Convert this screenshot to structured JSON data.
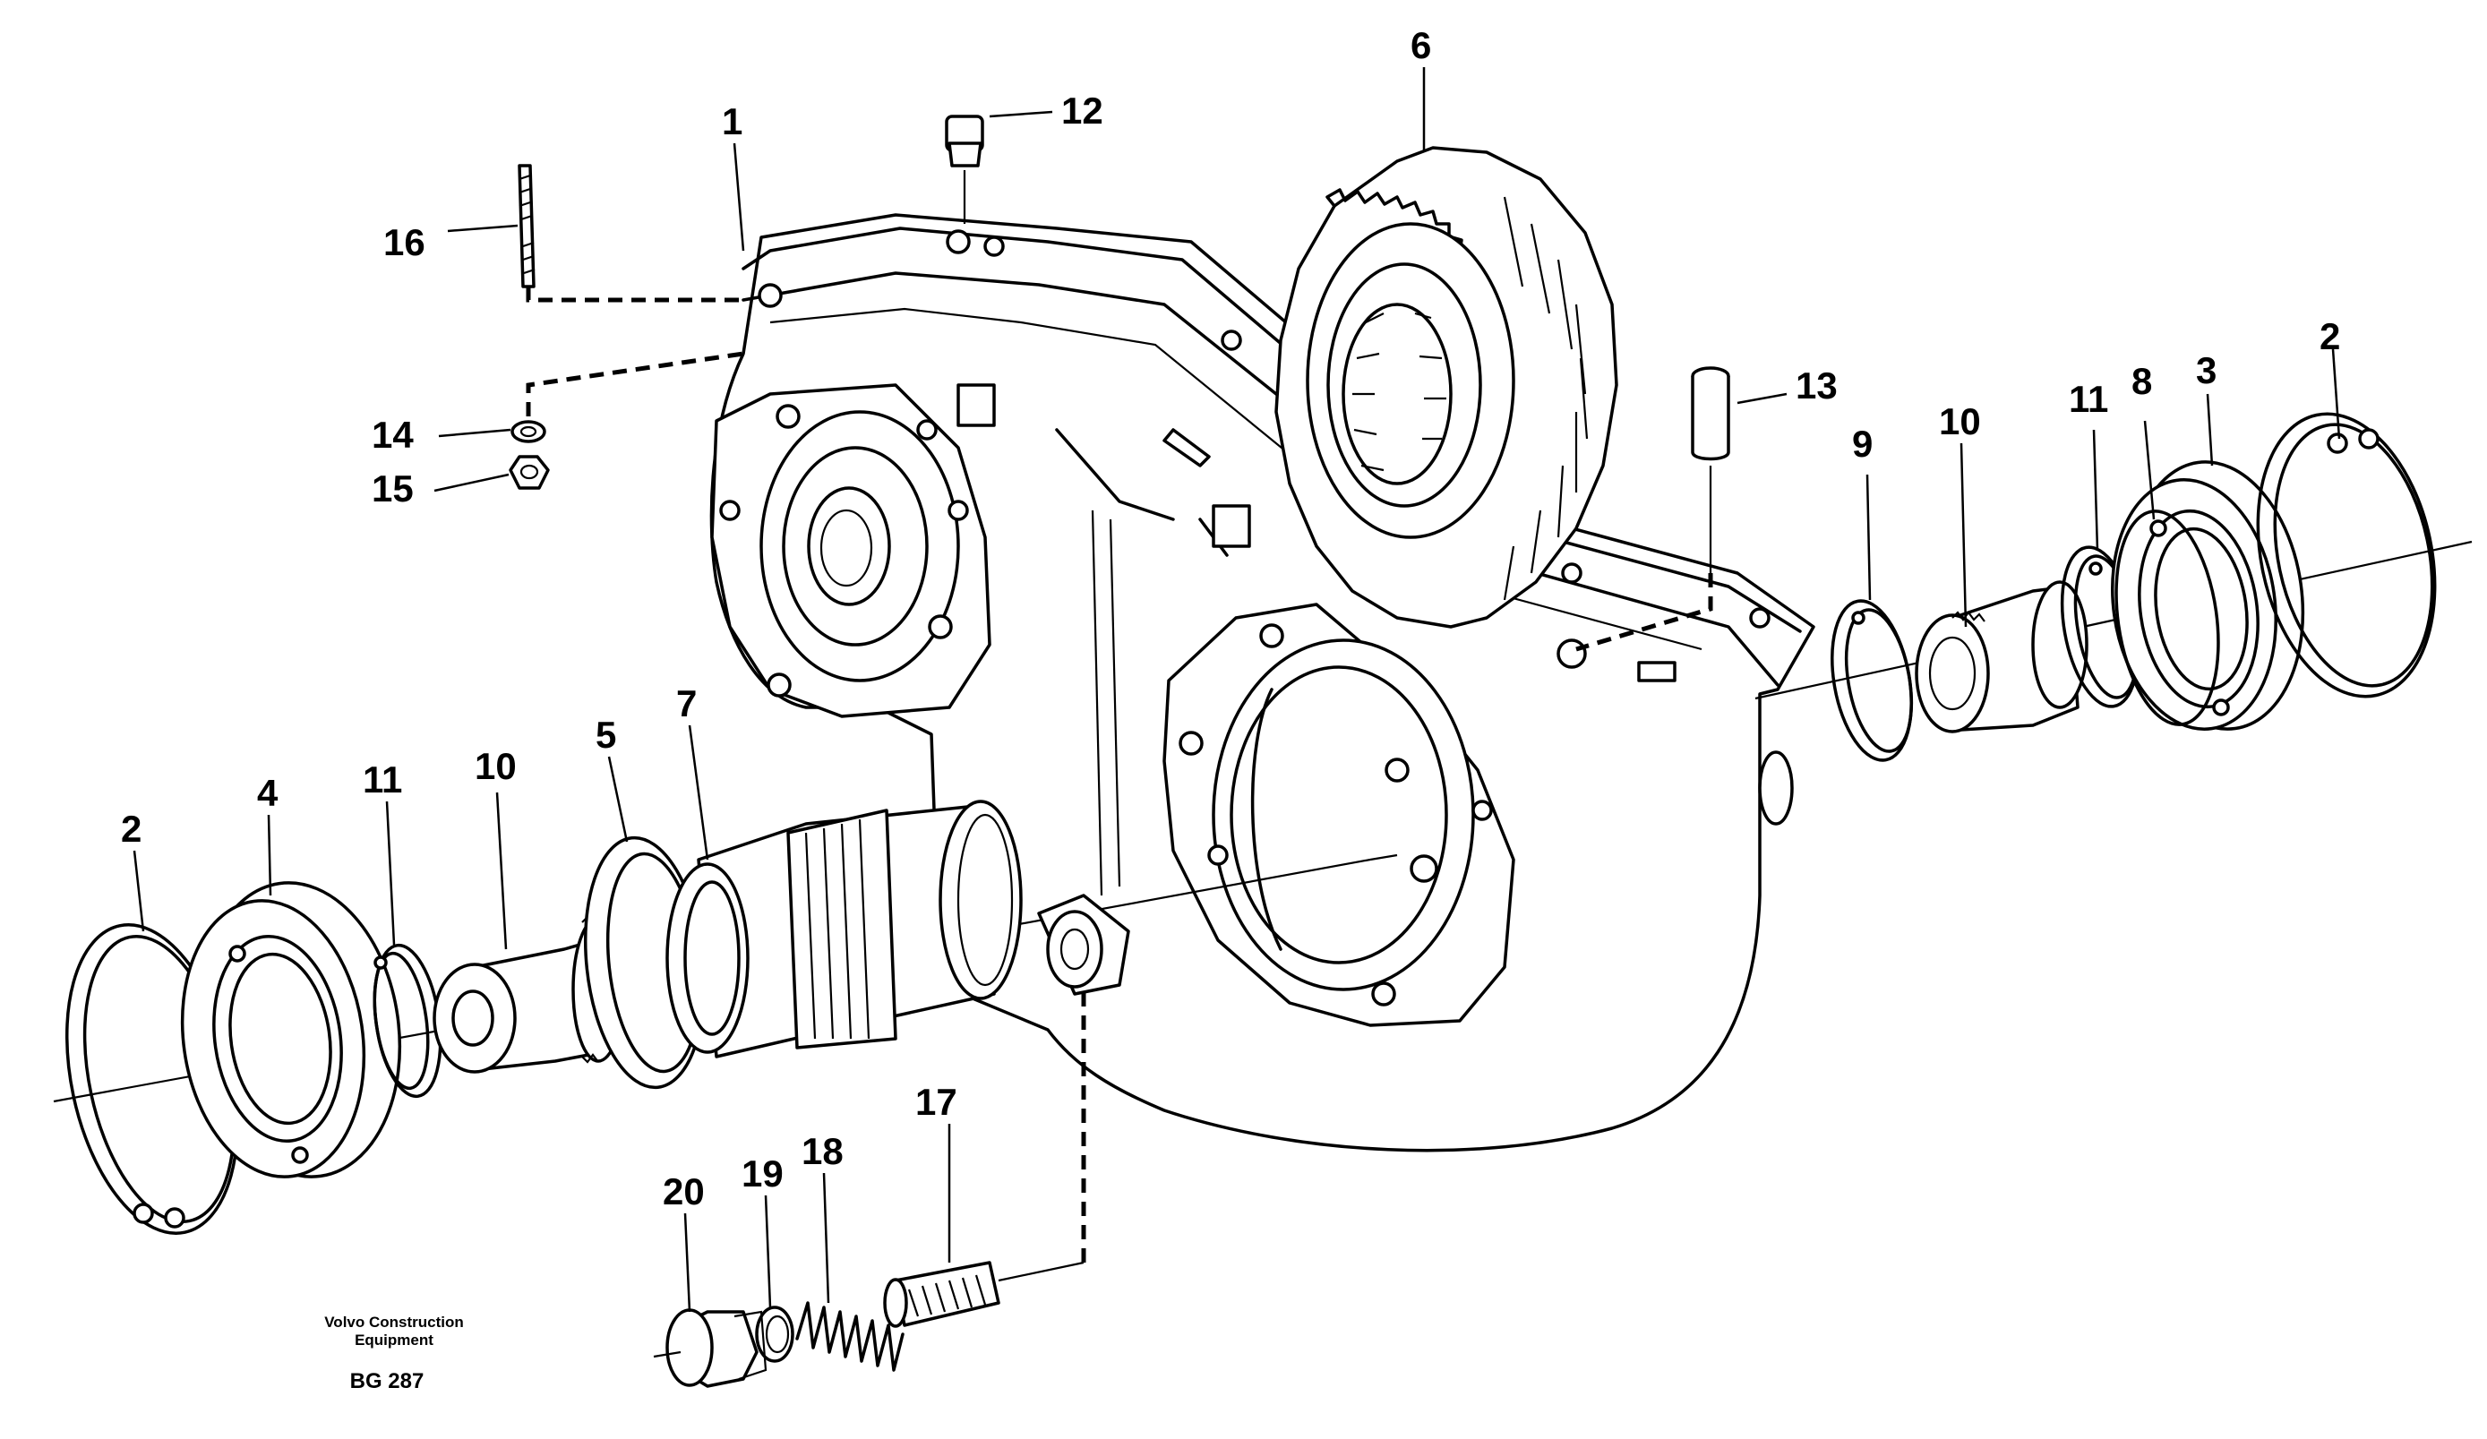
{
  "parts": [
    {
      "id": "1",
      "label": "1"
    },
    {
      "id": "2",
      "label": "2"
    },
    {
      "id": "3",
      "label": "3"
    },
    {
      "id": "4",
      "label": "4"
    },
    {
      "id": "5",
      "label": "5"
    },
    {
      "id": "6",
      "label": "6"
    },
    {
      "id": "7",
      "label": "7"
    },
    {
      "id": "8",
      "label": "8"
    },
    {
      "id": "9",
      "label": "9"
    },
    {
      "id": "10",
      "label": "10"
    },
    {
      "id": "11",
      "label": "11"
    },
    {
      "id": "12",
      "label": "12"
    },
    {
      "id": "13",
      "label": "13"
    },
    {
      "id": "14",
      "label": "14"
    },
    {
      "id": "15",
      "label": "15"
    },
    {
      "id": "16",
      "label": "16"
    },
    {
      "id": "17",
      "label": "17"
    },
    {
      "id": "18",
      "label": "18"
    },
    {
      "id": "19",
      "label": "19"
    },
    {
      "id": "20",
      "label": "20"
    }
  ],
  "caption": {
    "line1": "Volvo Construction",
    "line2": "Equipment",
    "code": "BG 287"
  }
}
